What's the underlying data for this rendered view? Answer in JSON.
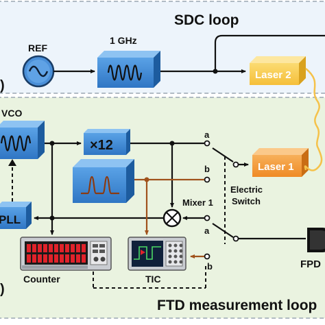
{
  "loops": {
    "sdc_title": "SDC loop",
    "ftd_title": "FTD measurement loop",
    "sdc_edge_text": ")",
    "ftd_edge_text": ")"
  },
  "blocks": {
    "ref": "REF",
    "source_1ghz": "1 GHz",
    "vco": "VCO",
    "multiplier": "×12",
    "pll": "PLL",
    "laser2": "Laser 2",
    "laser1": "Laser 1",
    "mixer": "Mixer 1",
    "switch_line1": "Electric",
    "switch_line2": "Switch",
    "counter": "Counter",
    "tic": "TIC",
    "fpd": "FPD"
  },
  "ports": {
    "a_top": "a",
    "b_top": "b",
    "a_bottom": "a",
    "b_bottom": "b"
  },
  "colors": {
    "sdc_background": "#edf4fb",
    "ftd_background": "#eaf3e0",
    "block_blue": "#3b87d6",
    "laser_orange": "#f39c34",
    "laser_yellow": "#f9cc4c",
    "brown_signal": "#a0521c"
  }
}
